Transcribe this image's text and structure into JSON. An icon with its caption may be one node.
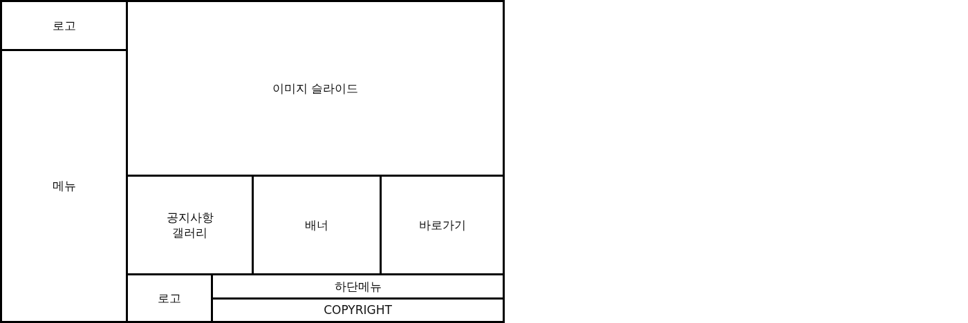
{
  "diagram": {
    "nodes": [
      {
        "text": [
          "로고"
        ]
      },
      {
        "text": [
          "메뉴"
        ]
      },
      {
        "text": [
          "이미지 슬라이드"
        ]
      },
      {
        "text": [
          "공지사항",
          "갤러리"
        ]
      },
      {
        "text": [
          "배너"
        ]
      },
      {
        "text": [
          "바로가기"
        ]
      },
      {
        "text": [
          "로고"
        ]
      },
      {
        "text": [
          "하단메뉴"
        ]
      },
      {
        "text": [
          "COPYRIGHT"
        ]
      }
    ]
  }
}
